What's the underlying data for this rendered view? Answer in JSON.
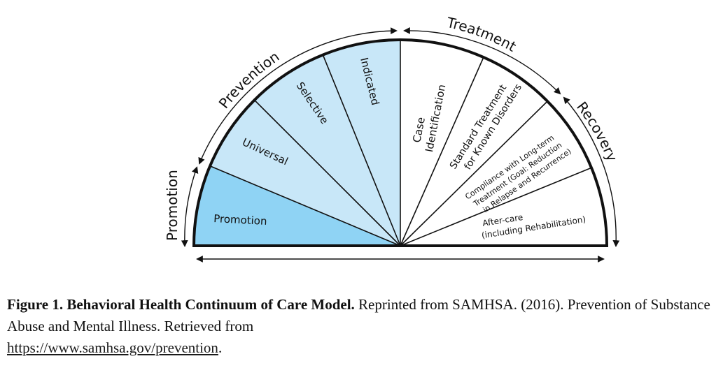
{
  "diagram": {
    "arc_labels": {
      "promotion": "Promotion",
      "prevention": "Prevention",
      "treatment": "Treatment",
      "recovery": "Recovery"
    },
    "segments": {
      "promotion": "Promotion",
      "universal": "Universal",
      "selective": "Selective",
      "indicated": "Indicated",
      "case_id_1": "Case",
      "case_id_2": "Identification",
      "standard_1": "Standard Treatment",
      "standard_2": "for Known Disorders",
      "compliance_1": "Compliance with Long-term",
      "compliance_2": "Treatment (Goal: Reduction",
      "compliance_3": "in Relapse and Recurrence)",
      "aftercare_1": "After-care",
      "aftercare_2": "(including Rehabilitation)"
    },
    "colors": {
      "promotion_fill": "#8fd3f4",
      "prevention_fill": "#c8e7f8",
      "treatment_fill": "#ffffff",
      "outline": "#111111"
    }
  },
  "caption": {
    "title": "Figure 1. Behavioral Health Continuum of Care Model.",
    "text_1": " Reprinted from SAMHSA. (2016). Prevention of Substance Abuse and Mental Illness. Retrieved from",
    "link": "https://www.samhsa.gov/prevention",
    "end": "."
  }
}
